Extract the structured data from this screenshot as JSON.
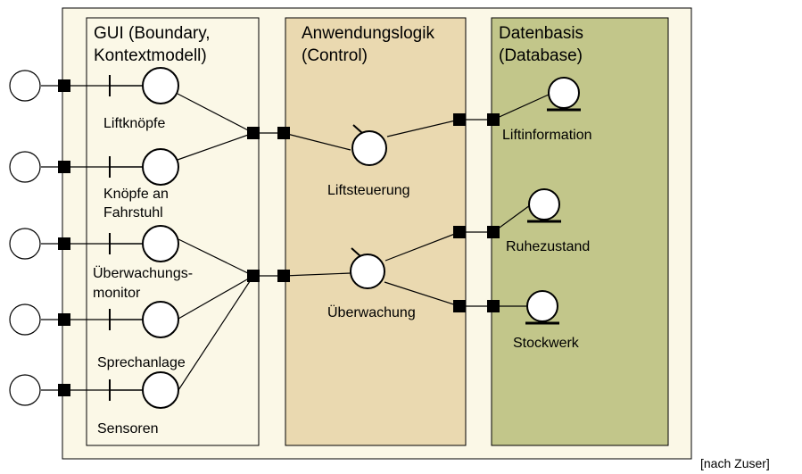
{
  "colors": {
    "outer_fill": "#fbf8e7",
    "control_fill": "#ead9b0",
    "database_fill": "#c2c68a",
    "stroke": "#000000"
  },
  "columns": {
    "gui": {
      "title_line1": "GUI (Boundary,",
      "title_line2": "Kontextmodell)"
    },
    "control": {
      "title_line1": "Anwendungslogik",
      "title_line2": "(Control)"
    },
    "database": {
      "title_line1": "Datenbasis",
      "title_line2": "(Database)"
    }
  },
  "boundaries": [
    {
      "line1": "Liftknöpfe",
      "line2": ""
    },
    {
      "line1": "Knöpfe an",
      "line2": "Fahrstuhl"
    },
    {
      "line1": "Überwachungs-",
      "line2": "monitor"
    },
    {
      "line1": "Sprechanlage",
      "line2": ""
    },
    {
      "line1": "Sensoren",
      "line2": ""
    }
  ],
  "controls": [
    {
      "label": "Liftsteuerung"
    },
    {
      "label": "Überwachung"
    }
  ],
  "entities": [
    {
      "label": "Liftinformation"
    },
    {
      "label": "Ruhezustand"
    },
    {
      "label": "Stockwerk"
    }
  ],
  "source_note": "[nach Zuser]"
}
